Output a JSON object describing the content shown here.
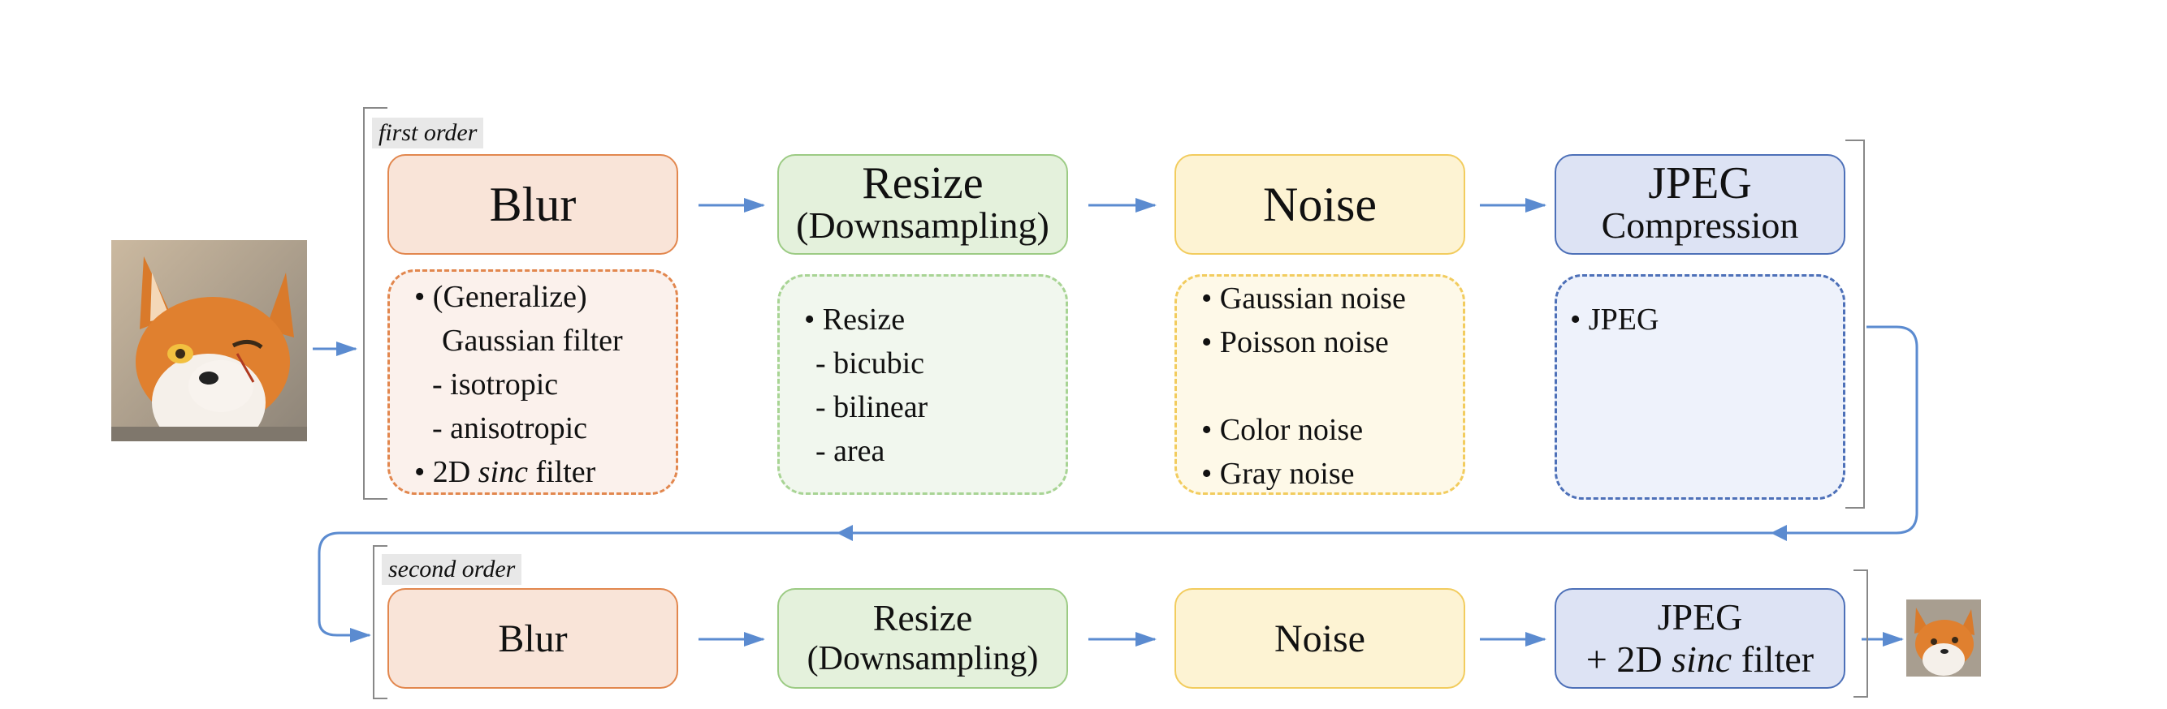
{
  "first_order": {
    "tag": "first order",
    "blur": {
      "title": "Blur",
      "items": [
        "• (Generalize)",
        "   Gaussian filter",
        "  - isotropic",
        "  - anisotropic"
      ],
      "sinc_prefix": "• 2D ",
      "sinc_word": "sinc",
      "sinc_suffix": " filter"
    },
    "resize": {
      "title": "Resize",
      "subtitle": "(Downsampling)",
      "items": [
        "• Resize",
        "  - bicubic",
        "  - bilinear",
        "  - area"
      ]
    },
    "noise": {
      "title": "Noise",
      "items": [
        "• Gaussian noise",
        "• Poisson noise",
        "• Color noise",
        "• Gray noise"
      ]
    },
    "jpeg": {
      "title": "JPEG",
      "subtitle": "Compression",
      "items": [
        "• JPEG"
      ]
    }
  },
  "second_order": {
    "tag": "second order",
    "blur": {
      "title": "Blur"
    },
    "resize": {
      "title": "Resize",
      "subtitle": "(Downsampling)"
    },
    "noise": {
      "title": "Noise"
    },
    "jpeg": {
      "title": "JPEG",
      "line2_prefix": "+ 2D ",
      "line2_italic": "sinc",
      "line2_suffix": " filter"
    }
  },
  "colors": {
    "arrow": "#5b8bd0",
    "blur_border": "#e2874e",
    "resize_border": "#9ccb84",
    "noise_border": "#f2cc5e",
    "jpeg_border": "#4d70b8"
  },
  "images": {
    "input": "fox-input-image",
    "output": "fox-output-image"
  }
}
